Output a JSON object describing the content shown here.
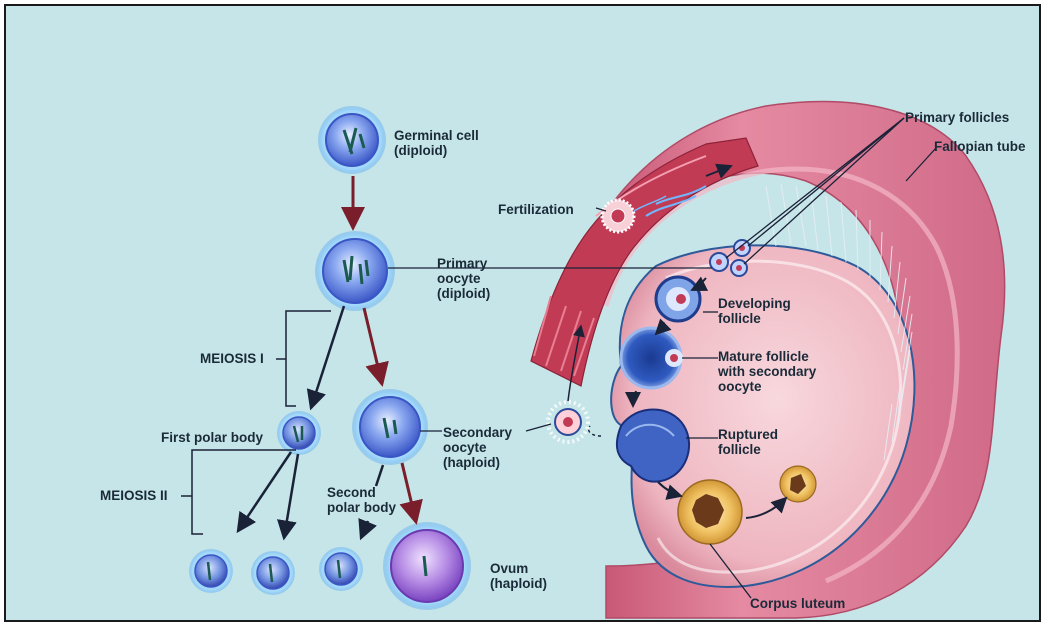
{
  "labels": {
    "germinal_cell": [
      "Germinal cell",
      "(diploid)"
    ],
    "primary_oocyte": [
      "Primary",
      "oocyte",
      "(diploid)"
    ],
    "meiosis_1": "MEIOSIS I",
    "meiosis_2": "MEIOSIS II",
    "first_polar_body": "First polar body",
    "secondary_oocyte": [
      "Secondary",
      "oocyte",
      "(haploid)"
    ],
    "second_polar_body": [
      "Second",
      "polar body"
    ],
    "ovum": [
      "Ovum",
      "(haploid)"
    ],
    "fertilization": "Fertilization",
    "primary_follicles": "Primary follicles",
    "fallopian_tube": "Fallopian tube",
    "developing_follicle": [
      "Developing",
      "follicle"
    ],
    "mature_follicle": [
      "Mature follicle",
      "with secondary",
      "oocyte"
    ],
    "ruptured_follicle": [
      "Ruptured",
      "follicle"
    ],
    "corpus_luteum": "Corpus luteum"
  },
  "colors": {
    "background": "#c6e5e8",
    "cell_fill": "#5f7fe0",
    "cell_halo": "#7fc8ff",
    "ovum_fill": "#a36bd8",
    "arrow_maroon": "#7a1e2b",
    "arrow_dark": "#1a2238",
    "tube": "#dd7d97",
    "ovary": "#f2c7cf",
    "corpus_luteum": "#e7b94d"
  }
}
